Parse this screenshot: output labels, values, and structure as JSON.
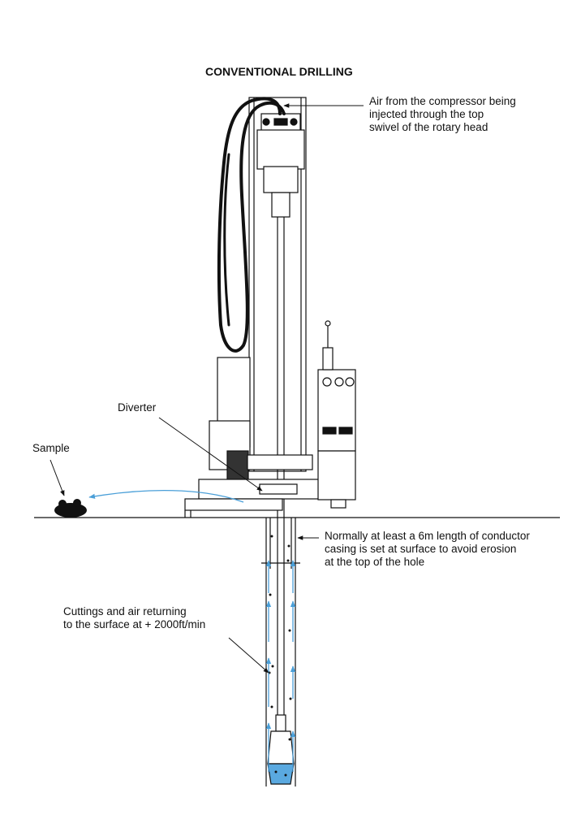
{
  "title": "CONVENTIONAL DRILLING",
  "labels": {
    "air_injection": [
      "Air from the compressor being",
      "injected through the  top",
      "swivel of the rotary head"
    ],
    "diverter": "Diverter",
    "sample": "Sample",
    "conductor_casing": [
      "Normally at least a 6m length of conductor",
      "casing is set at surface to avoid erosion",
      "at the top of the hole"
    ],
    "cuttings": [
      "Cuttings and air returning",
      "to the surface at + 2000ft/min"
    ]
  },
  "colors": {
    "line": "#111111",
    "airflow": "#4a9fd8",
    "bit": "#5aa9e0"
  }
}
